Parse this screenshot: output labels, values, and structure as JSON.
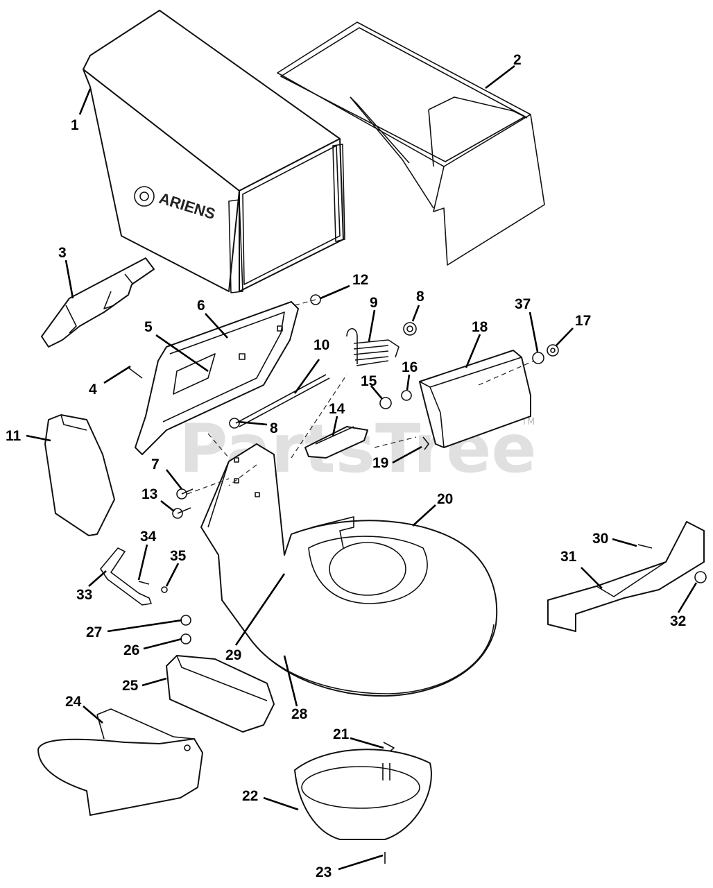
{
  "watermark": {
    "text": "PartsTree",
    "tm": "TM"
  },
  "brand_logo": {
    "text": "ARIENS"
  },
  "callouts": [
    {
      "id": "1",
      "label": "1"
    },
    {
      "id": "2",
      "label": "2"
    },
    {
      "id": "3",
      "label": "3"
    },
    {
      "id": "4",
      "label": "4"
    },
    {
      "id": "5",
      "label": "5"
    },
    {
      "id": "6",
      "label": "6"
    },
    {
      "id": "7",
      "label": "7"
    },
    {
      "id": "8a",
      "label": "8"
    },
    {
      "id": "8b",
      "label": "8"
    },
    {
      "id": "9",
      "label": "9"
    },
    {
      "id": "10",
      "label": "10"
    },
    {
      "id": "11",
      "label": "11"
    },
    {
      "id": "12",
      "label": "12"
    },
    {
      "id": "13",
      "label": "13"
    },
    {
      "id": "14",
      "label": "14"
    },
    {
      "id": "15",
      "label": "15"
    },
    {
      "id": "16",
      "label": "16"
    },
    {
      "id": "17",
      "label": "17"
    },
    {
      "id": "18",
      "label": "18"
    },
    {
      "id": "19",
      "label": "19"
    },
    {
      "id": "20",
      "label": "20"
    },
    {
      "id": "21",
      "label": "21"
    },
    {
      "id": "22",
      "label": "22"
    },
    {
      "id": "23",
      "label": "23"
    },
    {
      "id": "24",
      "label": "24"
    },
    {
      "id": "25",
      "label": "25"
    },
    {
      "id": "26",
      "label": "26"
    },
    {
      "id": "27",
      "label": "27"
    },
    {
      "id": "28",
      "label": "28"
    },
    {
      "id": "29",
      "label": "29"
    },
    {
      "id": "30",
      "label": "30"
    },
    {
      "id": "31",
      "label": "31"
    },
    {
      "id": "32",
      "label": "32"
    },
    {
      "id": "33",
      "label": "33"
    },
    {
      "id": "34",
      "label": "34"
    },
    {
      "id": "35",
      "label": "35"
    },
    {
      "id": "37",
      "label": "37"
    }
  ]
}
